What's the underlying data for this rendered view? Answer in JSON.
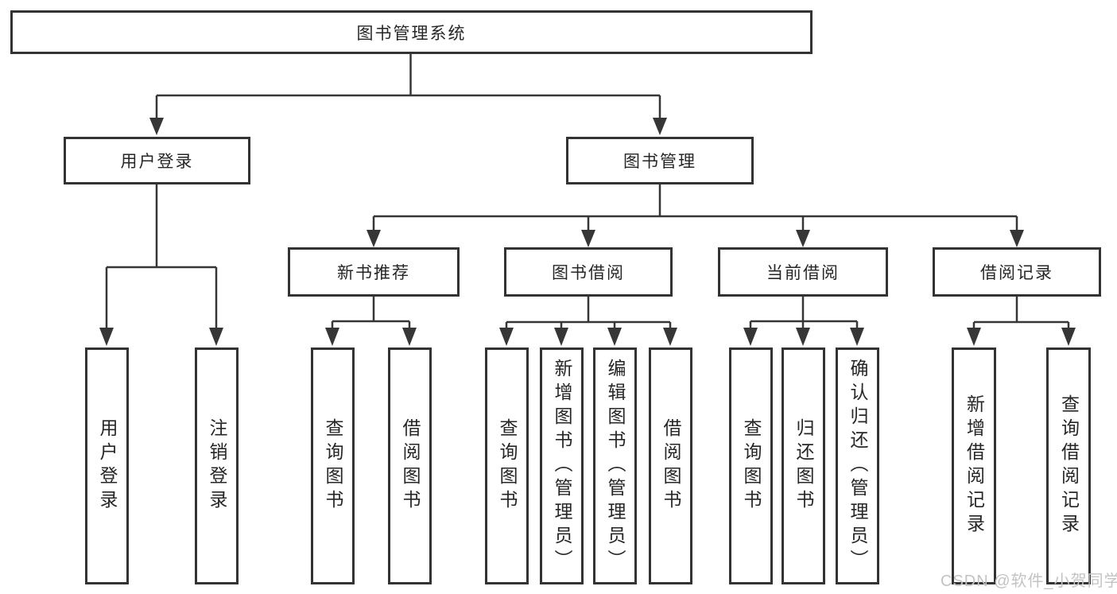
{
  "diagram": {
    "tree": {
      "label": "图书管理系统",
      "children": [
        {
          "label": "用户登录",
          "children": [
            {
              "label": "用户登录"
            },
            {
              "label": "注销登录"
            }
          ]
        },
        {
          "label": "图书管理",
          "children": [
            {
              "label": "新书推荐",
              "children": [
                {
                  "label": "查询图书"
                },
                {
                  "label": "借阅图书"
                }
              ]
            },
            {
              "label": "图书借阅",
              "children": [
                {
                  "label": "查询图书"
                },
                {
                  "label": "新增图书（管理员）"
                },
                {
                  "label": "编辑图书（管理员）"
                },
                {
                  "label": "借阅图书"
                }
              ]
            },
            {
              "label": "当前借阅",
              "children": [
                {
                  "label": "查询图书"
                },
                {
                  "label": "归还图书"
                },
                {
                  "label": "确认归还（管理员）"
                }
              ]
            },
            {
              "label": "借阅记录",
              "children": [
                {
                  "label": "新增借阅记录"
                },
                {
                  "label": "查询借阅记录"
                }
              ]
            }
          ]
        }
      ]
    },
    "colors": {
      "line": "#363636",
      "border": "#333333",
      "text": "#262626",
      "background": "#ffffff",
      "watermark": "#c3c3c3"
    },
    "watermark": "CSDN @软件_小贺同学"
  }
}
